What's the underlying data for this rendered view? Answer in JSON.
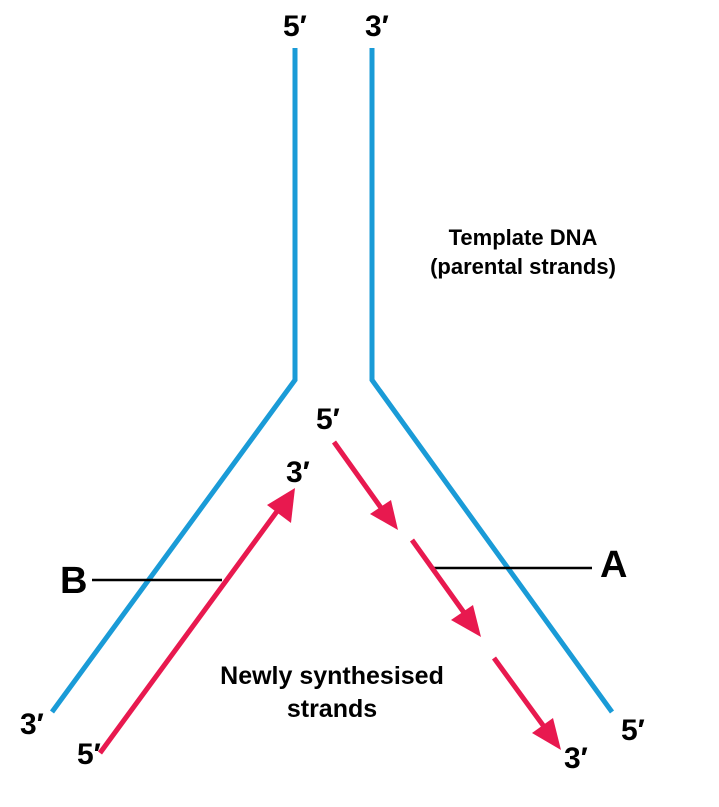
{
  "colors": {
    "template_strand": "#1a9bd7",
    "new_strand": "#e8194f",
    "pointer_line": "#000000",
    "text": "#000000"
  },
  "labels": {
    "top_left_end": "5′",
    "top_right_end": "3′",
    "bottom_left_end": "3′",
    "bottom_right_end": "5′",
    "leading_start": "5′",
    "leading_end": "3′",
    "lagging_start": "5′",
    "lagging_end": "3′",
    "pointer_a": "A",
    "pointer_b": "B"
  },
  "captions": {
    "template_line1": "Template DNA",
    "template_line2": "(parental strands)",
    "new_line1": "Newly synthesised",
    "new_line2": "strands"
  },
  "icons": {
    "leading_arrowhead": "arrowhead-icon",
    "lagging_arrowheads": "arrowhead-icon"
  }
}
